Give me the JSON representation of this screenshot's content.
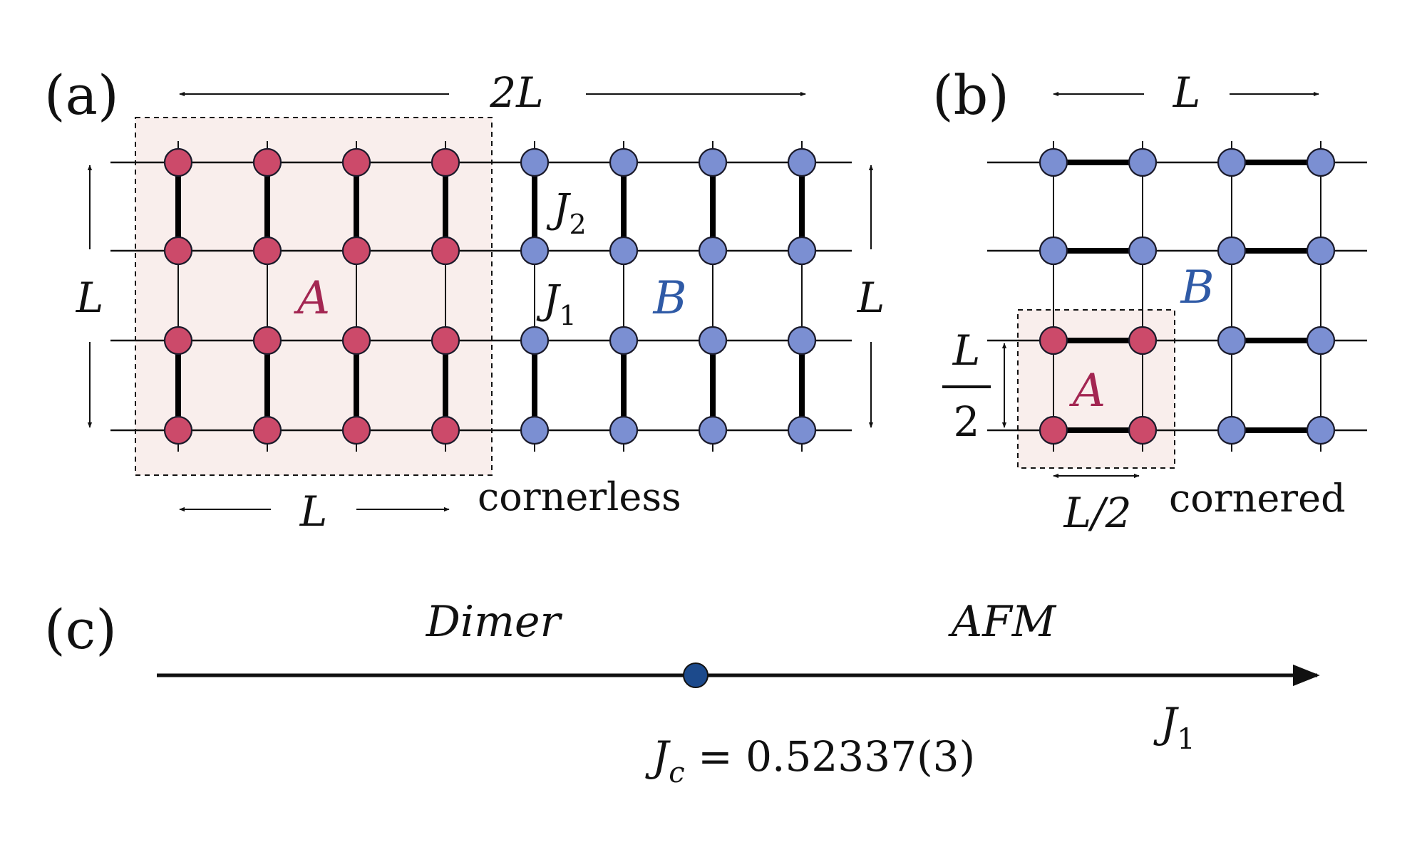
{
  "panel_a": {
    "tag": "(a)",
    "width_label": "2L",
    "height_label_left": "L",
    "height_label_right": "L",
    "bottom_label": "L",
    "j2_label": {
      "main": "J",
      "sub": "2"
    },
    "j1_label": {
      "main": "J",
      "sub": "1"
    },
    "region_a_label": "A",
    "region_b_label": "B",
    "caption": "cornerless",
    "columns": 8,
    "rows": 4,
    "subsystem_a_columns": 4
  },
  "panel_b": {
    "tag": "(b)",
    "width_label": "L",
    "side_label_top": "L",
    "side_label_bottom": "2",
    "bottom_label": "L/2",
    "region_a_label": "A",
    "region_b_label": "B",
    "caption": "cornered",
    "columns": 4,
    "rows": 4
  },
  "panel_c": {
    "tag": "(c)",
    "phase_left": "Dimer",
    "phase_right": "AFM",
    "critical_label": {
      "main": "J",
      "sub": "c",
      "rest": " = 0.52337(3)"
    },
    "axis_label": {
      "main": "J",
      "sub": "1"
    }
  },
  "colors": {
    "site_a": "#cc4a6a",
    "site_b": "#7b8fd2",
    "region_a_fill": "#f9eeec",
    "label_a": "#a32652",
    "label_b": "#2f5aa6",
    "critical_point": "#1c4a8c"
  }
}
